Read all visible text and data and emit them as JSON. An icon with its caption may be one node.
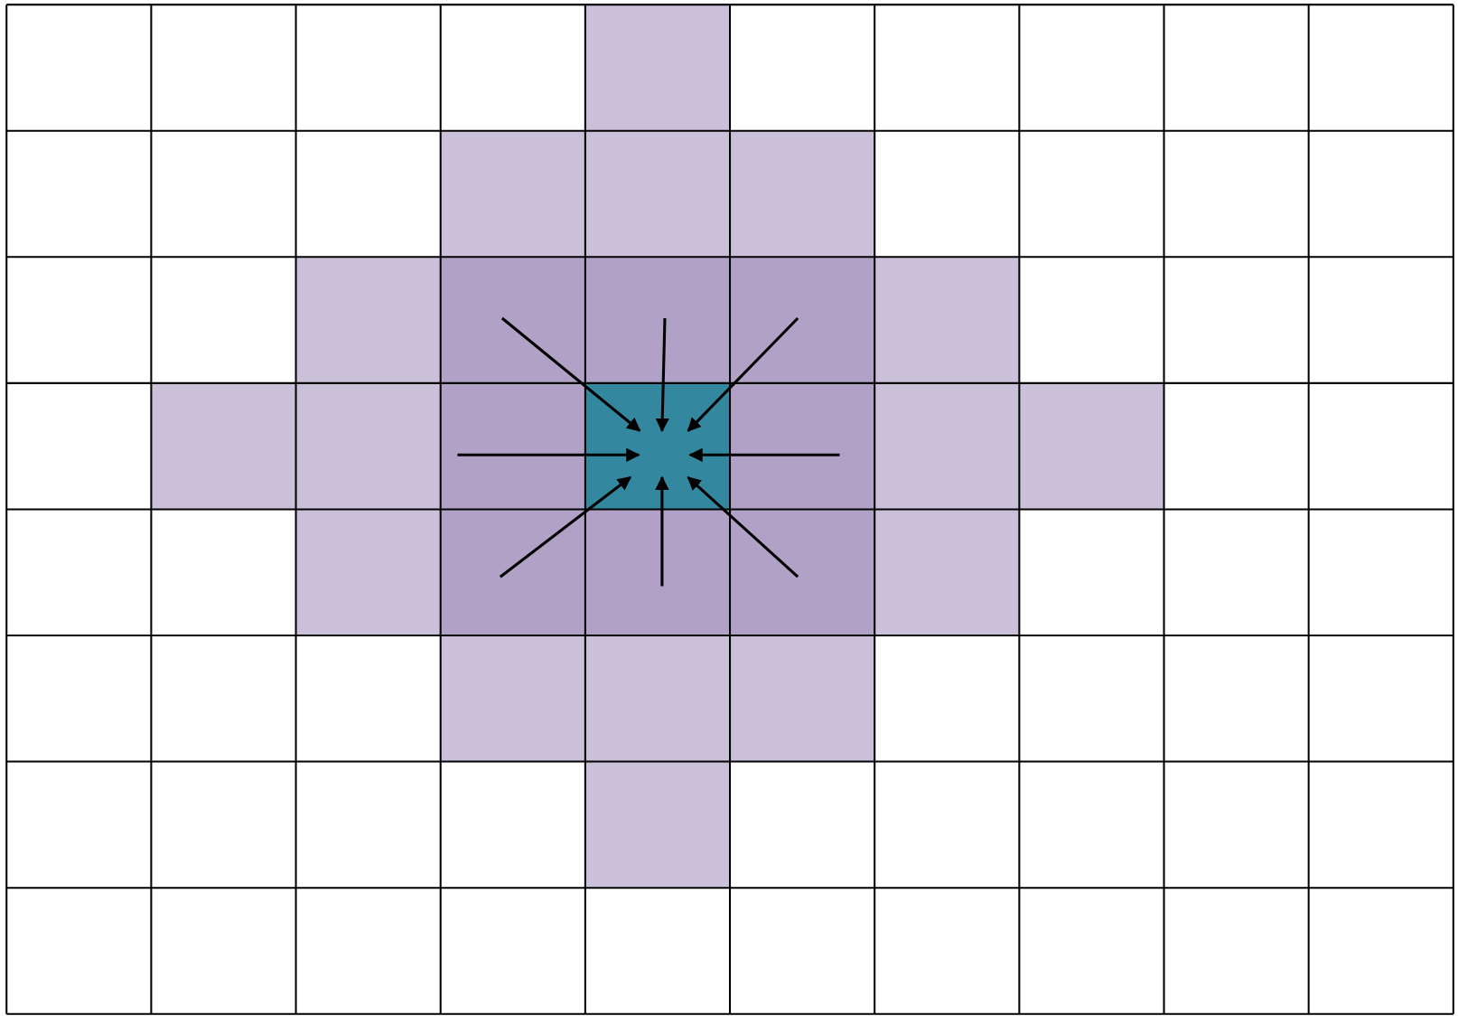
{
  "diagram": {
    "nodes": [
      {
        "text": [],
        "shape": "box"
      },
      {
        "text": [],
        "shape": "box"
      },
      {
        "text": [],
        "shape": "box"
      },
      {
        "text": [],
        "shape": "box"
      },
      {
        "text": [],
        "shape": "box"
      },
      {
        "text": [],
        "shape": "box"
      },
      {
        "text": [],
        "shape": "box"
      },
      {
        "text": [],
        "shape": "box"
      },
      {
        "text": [],
        "shape": "box"
      }
    ],
    "edges": [
      {
        "from": 0,
        "to": 4,
        "arrow": "to"
      },
      {
        "from": 1,
        "to": 4,
        "arrow": "to"
      },
      {
        "from": 2,
        "to": 4,
        "arrow": "to"
      },
      {
        "from": 3,
        "to": 4,
        "arrow": "to"
      },
      {
        "from": 5,
        "to": 4,
        "arrow": "to"
      },
      {
        "from": 6,
        "to": 4,
        "arrow": "to"
      },
      {
        "from": 7,
        "to": 4,
        "arrow": "to"
      },
      {
        "from": 8,
        "to": 4,
        "arrow": "to"
      }
    ]
  }
}
